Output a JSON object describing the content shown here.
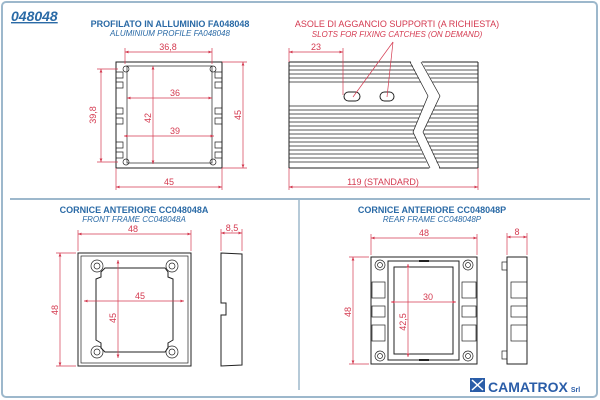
{
  "header": {
    "code": "048048"
  },
  "profile": {
    "title": "PROFILATO IN ALLUMINIO FA048048",
    "subtitle": "ALUMINIUM PROFILE FA048048",
    "dims": {
      "top": "36,8",
      "left": "39,8",
      "right": "45",
      "inner_width": "36",
      "inner_height": "42",
      "inner_width2": "39",
      "bottom": "45"
    }
  },
  "side_profile": {
    "note": "ASOLE DI AGGANCIO SUPPORTI (A RICHIESTA)",
    "note_en": "SLOTS FOR FIXING CATCHES (ON DEMAND)",
    "dims": {
      "offset": "23",
      "length": "119 (STANDARD)"
    }
  },
  "front_frame": {
    "title": "CORNICE ANTERIORE CC048048A",
    "subtitle": "FRONT FRAME CC048048A",
    "dims": {
      "width": "48",
      "height": "48",
      "inner_width": "45",
      "inner_height": "45",
      "depth": "8,5"
    }
  },
  "rear_frame": {
    "title": "CORNICE ANTERIORE CC048048P",
    "subtitle": "REAR FRAME CC048048P",
    "dims": {
      "width": "48",
      "height": "48",
      "inner_width": "30",
      "inner_height": "42,5",
      "depth": "8"
    }
  },
  "logo": {
    "name": "CAMATROX",
    "suffix": "Srl"
  },
  "colors": {
    "title": "#2a6aa6",
    "dimension": "#d43a50",
    "border": "#9db8cc"
  }
}
